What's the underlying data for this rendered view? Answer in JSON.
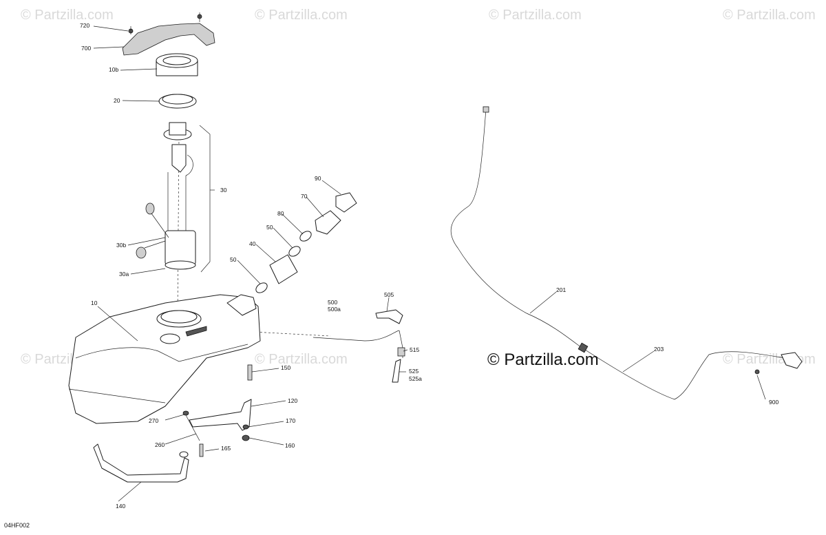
{
  "watermarks": {
    "faint": "© Partzilla.com",
    "main": "© Partzilla.com"
  },
  "diagram_code": "04HF002",
  "callouts": {
    "c720": "720",
    "c700": "700",
    "c10b": "10b",
    "c20": "20",
    "c30": "30",
    "c30b": "30b",
    "c30a": "30a",
    "c10": "10",
    "c90": "90",
    "c70": "70",
    "c80": "80",
    "c50a": "50",
    "c40": "40",
    "c50b": "50",
    "c500": "500",
    "c500a": "500a",
    "c505": "505",
    "c515": "515",
    "c525": "525",
    "c525a": "525a",
    "c150": "150",
    "c120": "120",
    "c270": "270",
    "c170": "170",
    "c260": "260",
    "c160": "160",
    "c165": "165",
    "c140": "140",
    "c201": "201",
    "c203": "203",
    "c900": "900"
  }
}
